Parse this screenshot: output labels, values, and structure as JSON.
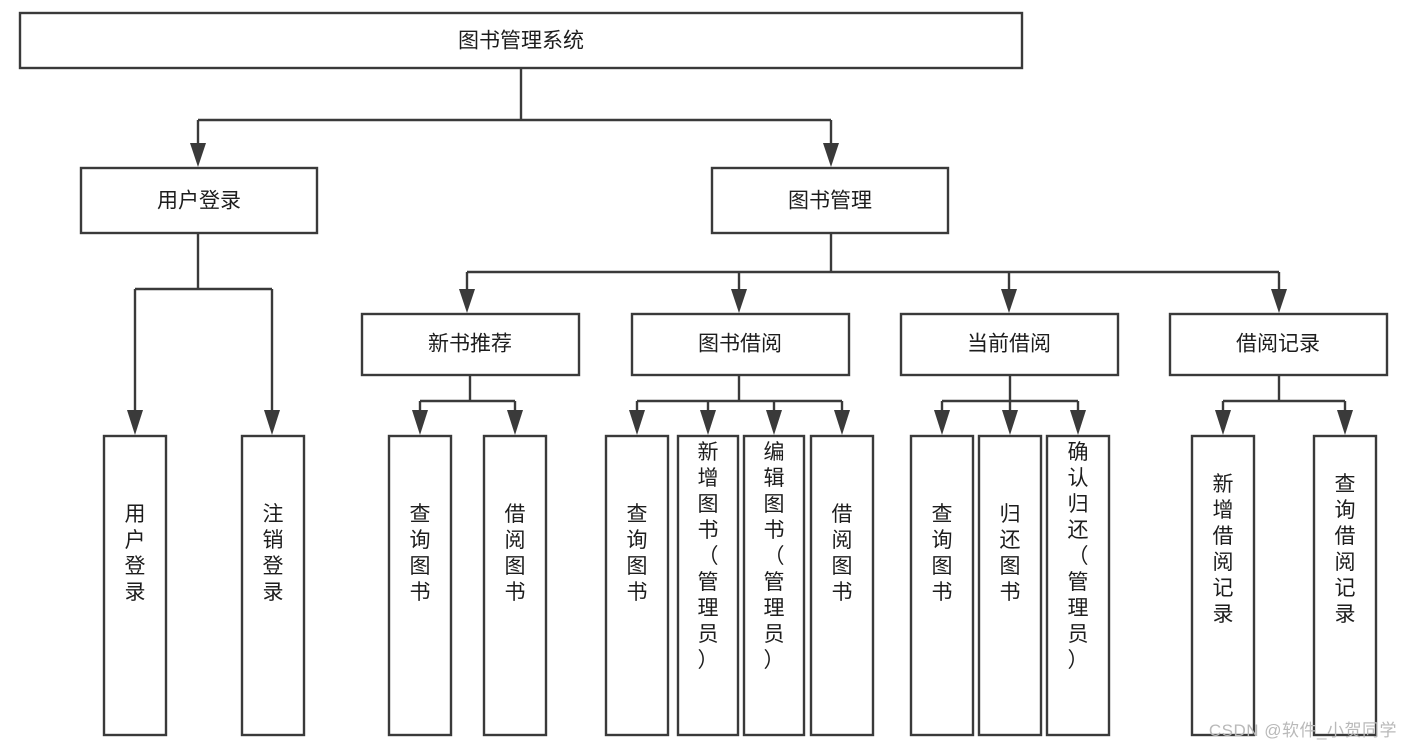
{
  "diagram": {
    "title": "图书管理系统",
    "watermark": "CSDN @软件_小贺同学",
    "type": "tree-hierarchy",
    "orientation": "top-down",
    "colors": {
      "box_fill": "#ffffff",
      "box_stroke": "#3a3a3a",
      "text": "#1d1d1d",
      "background": "#ffffff",
      "watermark": "#b9b9b9"
    },
    "root": {
      "label": "图书管理系统",
      "orientation": "horizontal"
    },
    "level2": [
      {
        "label": "用户登录",
        "orientation": "horizontal"
      },
      {
        "label": "图书管理",
        "orientation": "horizontal"
      }
    ],
    "level3": [
      {
        "label": "新书推荐",
        "orientation": "horizontal",
        "parent": "图书管理"
      },
      {
        "label": "图书借阅",
        "orientation": "horizontal",
        "parent": "图书管理"
      },
      {
        "label": "当前借阅",
        "orientation": "horizontal",
        "parent": "图书管理"
      },
      {
        "label": "借阅记录",
        "orientation": "horizontal",
        "parent": "图书管理"
      }
    ],
    "leaves": {
      "用户登录": [
        {
          "label": "用户登录",
          "orientation": "vertical"
        },
        {
          "label": "注销登录",
          "orientation": "vertical"
        }
      ],
      "新书推荐": [
        {
          "label": "查询图书",
          "orientation": "vertical"
        },
        {
          "label": "借阅图书",
          "orientation": "vertical"
        }
      ],
      "图书借阅": [
        {
          "label": "查询图书",
          "orientation": "vertical"
        },
        {
          "label": "新增图书（管理员）",
          "orientation": "vertical"
        },
        {
          "label": "编辑图书（管理员）",
          "orientation": "vertical"
        },
        {
          "label": "借阅图书",
          "orientation": "vertical"
        }
      ],
      "当前借阅": [
        {
          "label": "查询图书",
          "orientation": "vertical"
        },
        {
          "label": "归还图书",
          "orientation": "vertical"
        },
        {
          "label": "确认归还（管理员）",
          "orientation": "vertical"
        }
      ],
      "借阅记录": [
        {
          "label": "新增借阅记录",
          "orientation": "vertical"
        },
        {
          "label": "查询借阅记录",
          "orientation": "vertical"
        }
      ]
    },
    "labels": {
      "root": "图书管理系统",
      "n_user_login": "用户登录",
      "n_book_mgmt": "图书管理",
      "n_new_book_rec": "新书推荐",
      "n_book_borrow": "图书借阅",
      "n_current_borrow": "当前借阅",
      "n_borrow_record": "借阅记录",
      "l_user_login": "用户登录",
      "l_logout": "注销登录",
      "l_query_book_a": "查询图书",
      "l_borrow_book_a": "借阅图书",
      "l_query_book_b": "查询图书",
      "l_add_book": "新增图书（管理员）",
      "l_edit_book": "编辑图书（管理员）",
      "l_borrow_book_b": "借阅图书",
      "l_query_book_c": "查询图书",
      "l_return_book": "归还图书",
      "l_confirm_return": "确认归还（管理员）",
      "l_add_record": "新增借阅记录",
      "l_query_record": "查询借阅记录"
    }
  }
}
